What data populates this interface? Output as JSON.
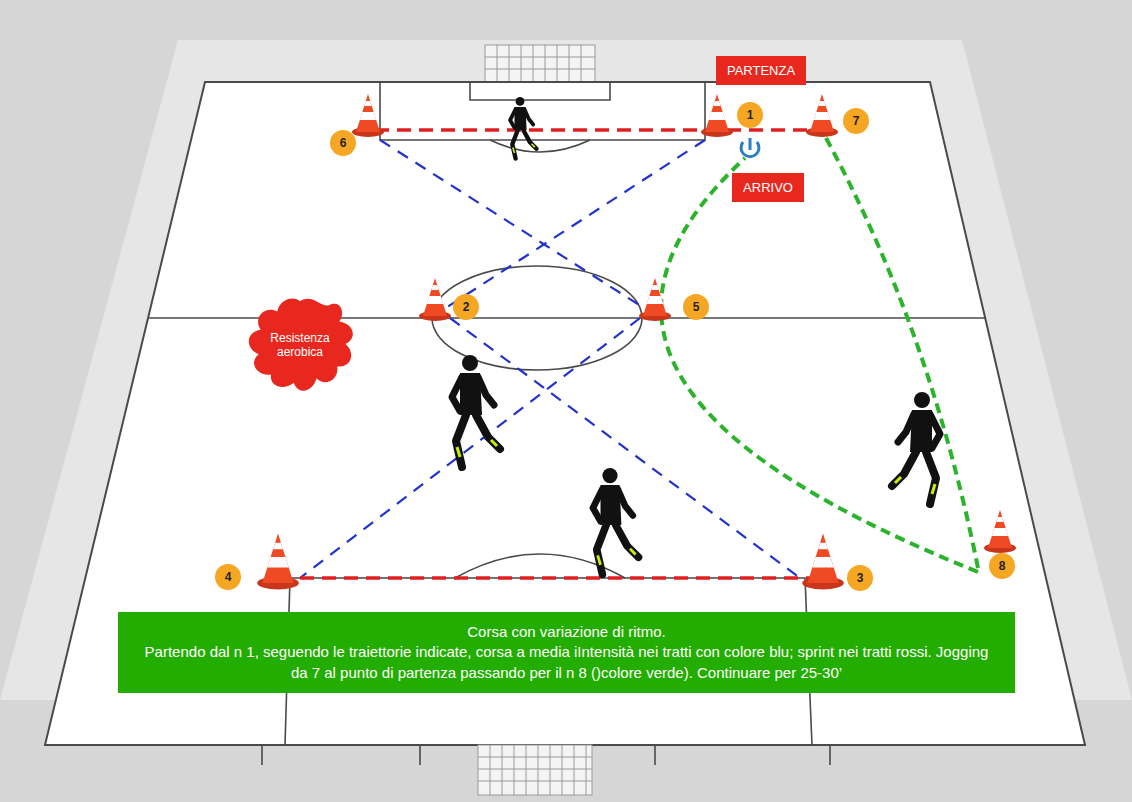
{
  "diagram": {
    "nodes": [
      {
        "text": [
          "PARTENZA"
        ]
      },
      {
        "text": [
          "1"
        ]
      },
      {
        "text": [
          "7"
        ]
      },
      {
        "text": [
          "6"
        ]
      },
      {
        "text": [
          "ARRIVO"
        ]
      },
      {
        "text": [
          "2"
        ]
      },
      {
        "text": [
          "5"
        ]
      },
      {
        "text": [
          "Resistenza aerobica"
        ]
      },
      {
        "text": [
          "8"
        ]
      },
      {
        "text": [
          "4"
        ]
      },
      {
        "text": [
          "3"
        ]
      },
      {
        "text": [
          "Corsa con variazione di ritmo.",
          "Partendo dal n 1, seguendo le traiettorie indicate, corsa a media iIntensità nei tratti con colore blu; sprint nei tratti rossi. Jogging da 7 al punto di partenza passando per il n 8 ()colore verde). Continuare per 25-30’"
        ]
      }
    ]
  }
}
